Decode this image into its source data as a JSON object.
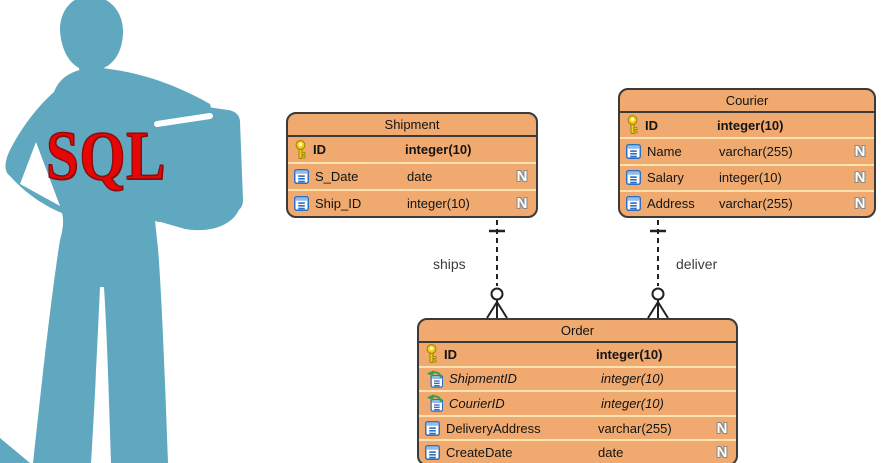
{
  "branding": {
    "sql_label": "SQL"
  },
  "colors": {
    "table-fill": "#F0A96E",
    "table-border": "#3A3A3A",
    "row-separator": "#FBE2AE",
    "silhouette": "#5FA8BF",
    "sql-red": "#E60606",
    "line": "#222222",
    "label-text": "#3C3C3C",
    "key-gold": "#F2CC1E",
    "icon-blue": "#2F6FBF",
    "fk-green": "#3E9B4F",
    "nullable-fill": "#FFFFFF",
    "nullable-outline": "#8A8A8A"
  },
  "icons": {
    "nullable_glyph": "N"
  },
  "diagram": {
    "entities": [
      {
        "name": "Shipment",
        "columns": [
          {
            "icon": "key",
            "pk": true,
            "fk": false,
            "name": "ID",
            "type": "integer(10)",
            "nullable": false
          },
          {
            "icon": "column",
            "pk": false,
            "fk": false,
            "name": "S_Date",
            "type": "date",
            "nullable": true
          },
          {
            "icon": "column",
            "pk": false,
            "fk": false,
            "name": "Ship_ID",
            "type": "integer(10)",
            "nullable": true
          }
        ]
      },
      {
        "name": "Courier",
        "columns": [
          {
            "icon": "key",
            "pk": true,
            "fk": false,
            "name": "ID",
            "type": "integer(10)",
            "nullable": false
          },
          {
            "icon": "column",
            "pk": false,
            "fk": false,
            "name": "Name",
            "type": "varchar(255)",
            "nullable": true
          },
          {
            "icon": "column",
            "pk": false,
            "fk": false,
            "name": "Salary",
            "type": "integer(10)",
            "nullable": true
          },
          {
            "icon": "column",
            "pk": false,
            "fk": false,
            "name": "Address",
            "type": "varchar(255)",
            "nullable": true
          }
        ]
      },
      {
        "name": "Order",
        "columns": [
          {
            "icon": "key",
            "pk": true,
            "fk": false,
            "name": "ID",
            "type": "integer(10)",
            "nullable": false
          },
          {
            "icon": "fk",
            "pk": false,
            "fk": true,
            "name": "ShipmentID",
            "type": "integer(10)",
            "nullable": false
          },
          {
            "icon": "fk",
            "pk": false,
            "fk": true,
            "name": "CourierID",
            "type": "integer(10)",
            "nullable": false
          },
          {
            "icon": "column",
            "pk": false,
            "fk": false,
            "name": "DeliveryAddress",
            "type": "varchar(255)",
            "nullable": true
          },
          {
            "icon": "column",
            "pk": false,
            "fk": false,
            "name": "CreateDate",
            "type": "date",
            "nullable": true
          }
        ]
      }
    ],
    "relationships": [
      {
        "label": "ships",
        "from": "Shipment",
        "to": "Order",
        "from_cardinality": "one",
        "to_cardinality": "zero-or-many"
      },
      {
        "label": "deliver",
        "from": "Courier",
        "to": "Order",
        "from_cardinality": "one",
        "to_cardinality": "zero-or-many"
      }
    ]
  }
}
